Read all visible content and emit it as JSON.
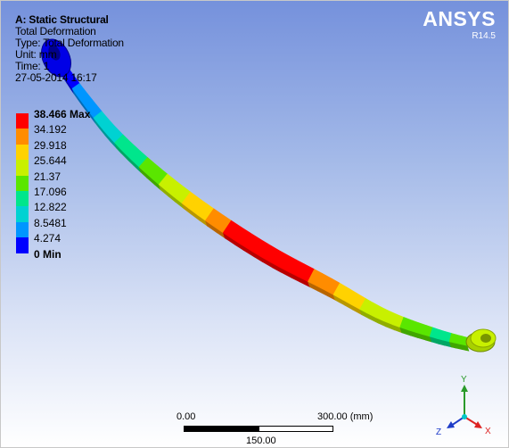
{
  "header": {
    "title": "A: Static Structural",
    "result": "Total Deformation",
    "type": "Type: Total Deformation",
    "unit": "Unit: mm",
    "time": "Time: 1",
    "date": "27-05-2014 16:17"
  },
  "brand": {
    "name": "ANSYS",
    "version": "R14.5"
  },
  "legend": {
    "max_label": "38.466 Max",
    "min_label": "0 Min",
    "levels": [
      "38.466 Max",
      "34.192",
      "29.918",
      "25.644",
      "21.37",
      "17.096",
      "12.822",
      "8.5481",
      "4.274",
      "0 Min"
    ],
    "colors": [
      "#ff0000",
      "#ff8c00",
      "#ffd200",
      "#c8f000",
      "#5ae600",
      "#00e68c",
      "#00d2d2",
      "#0096ff",
      "#0000ff"
    ]
  },
  "scale_bar": {
    "left": "0.00",
    "right": "300.00 (mm)",
    "mid": "150.00"
  },
  "triad": {
    "y": "Y",
    "x": "X",
    "z": "Z"
  }
}
